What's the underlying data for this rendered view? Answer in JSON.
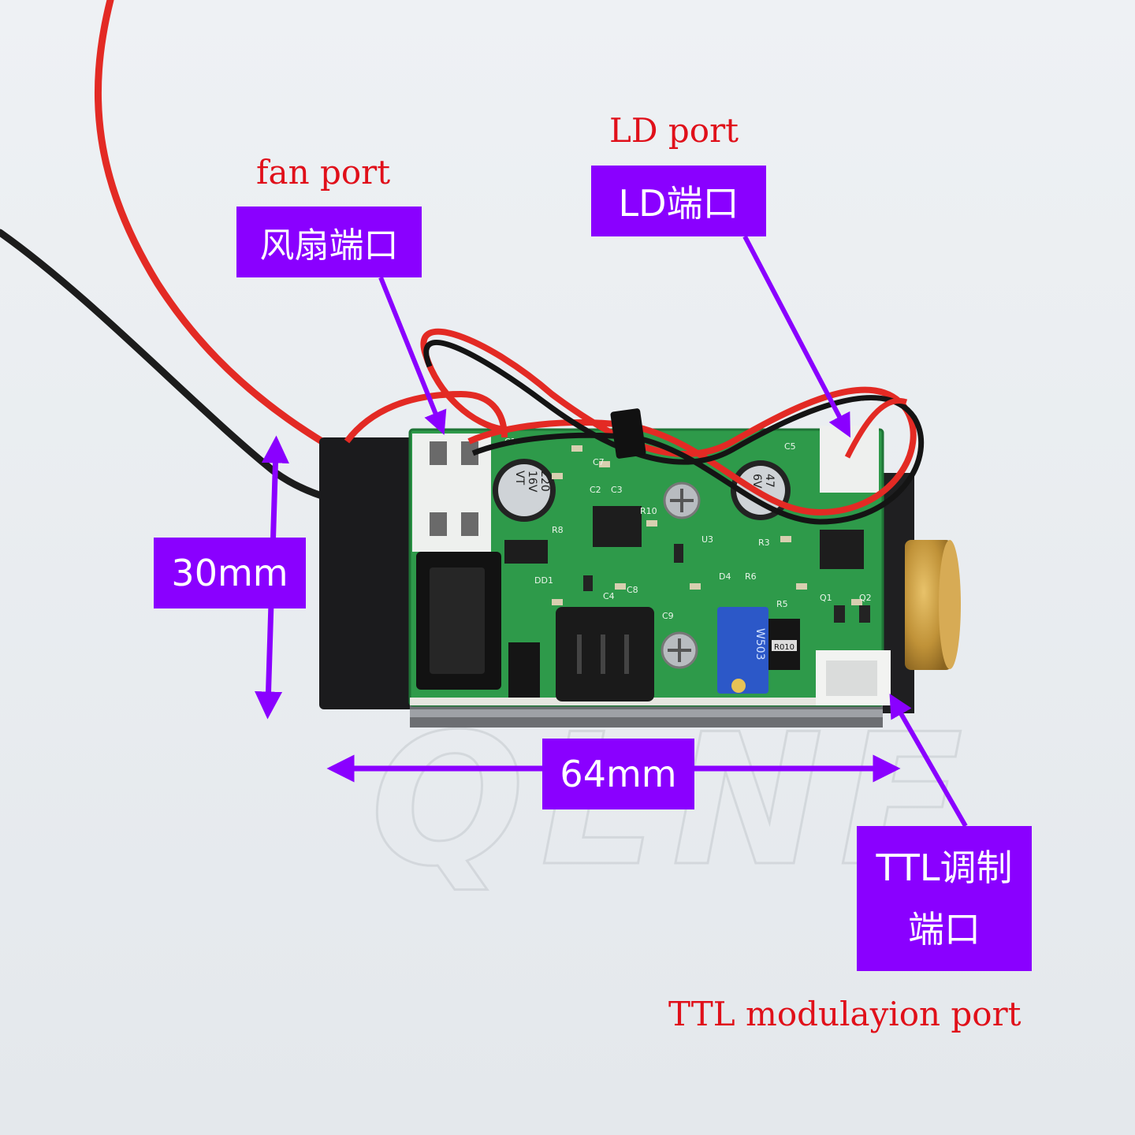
{
  "labels": {
    "fan_port_en": "fan port",
    "fan_port_cn": "风扇端口",
    "ld_port_en": "LD port",
    "ld_port_cn": "LD端口",
    "width_dim": "64mm",
    "height_dim": "30mm",
    "ttl_cn_line1": "TTL调制",
    "ttl_cn_line2": "端口",
    "ttl_en": "TTL modulayion port"
  },
  "components": {
    "cap1": [
      "220",
      "16V",
      "VT"
    ],
    "cap2": [
      "47",
      "6V"
    ],
    "pot": "W503",
    "diode": "R010",
    "silk": [
      "C1",
      "C2",
      "C3",
      "C4",
      "C5",
      "C7",
      "C8",
      "C9",
      "R3",
      "R5",
      "R6",
      "R8",
      "R10",
      "D4",
      "DD1",
      "Q1",
      "Q2",
      "U3"
    ]
  },
  "watermark": "QLNF",
  "colors": {
    "accent_purple": "#8a00ff",
    "caption_red": "#e0101a",
    "pcb_green": "#2e9a4a",
    "background": "#e9ecef"
  }
}
